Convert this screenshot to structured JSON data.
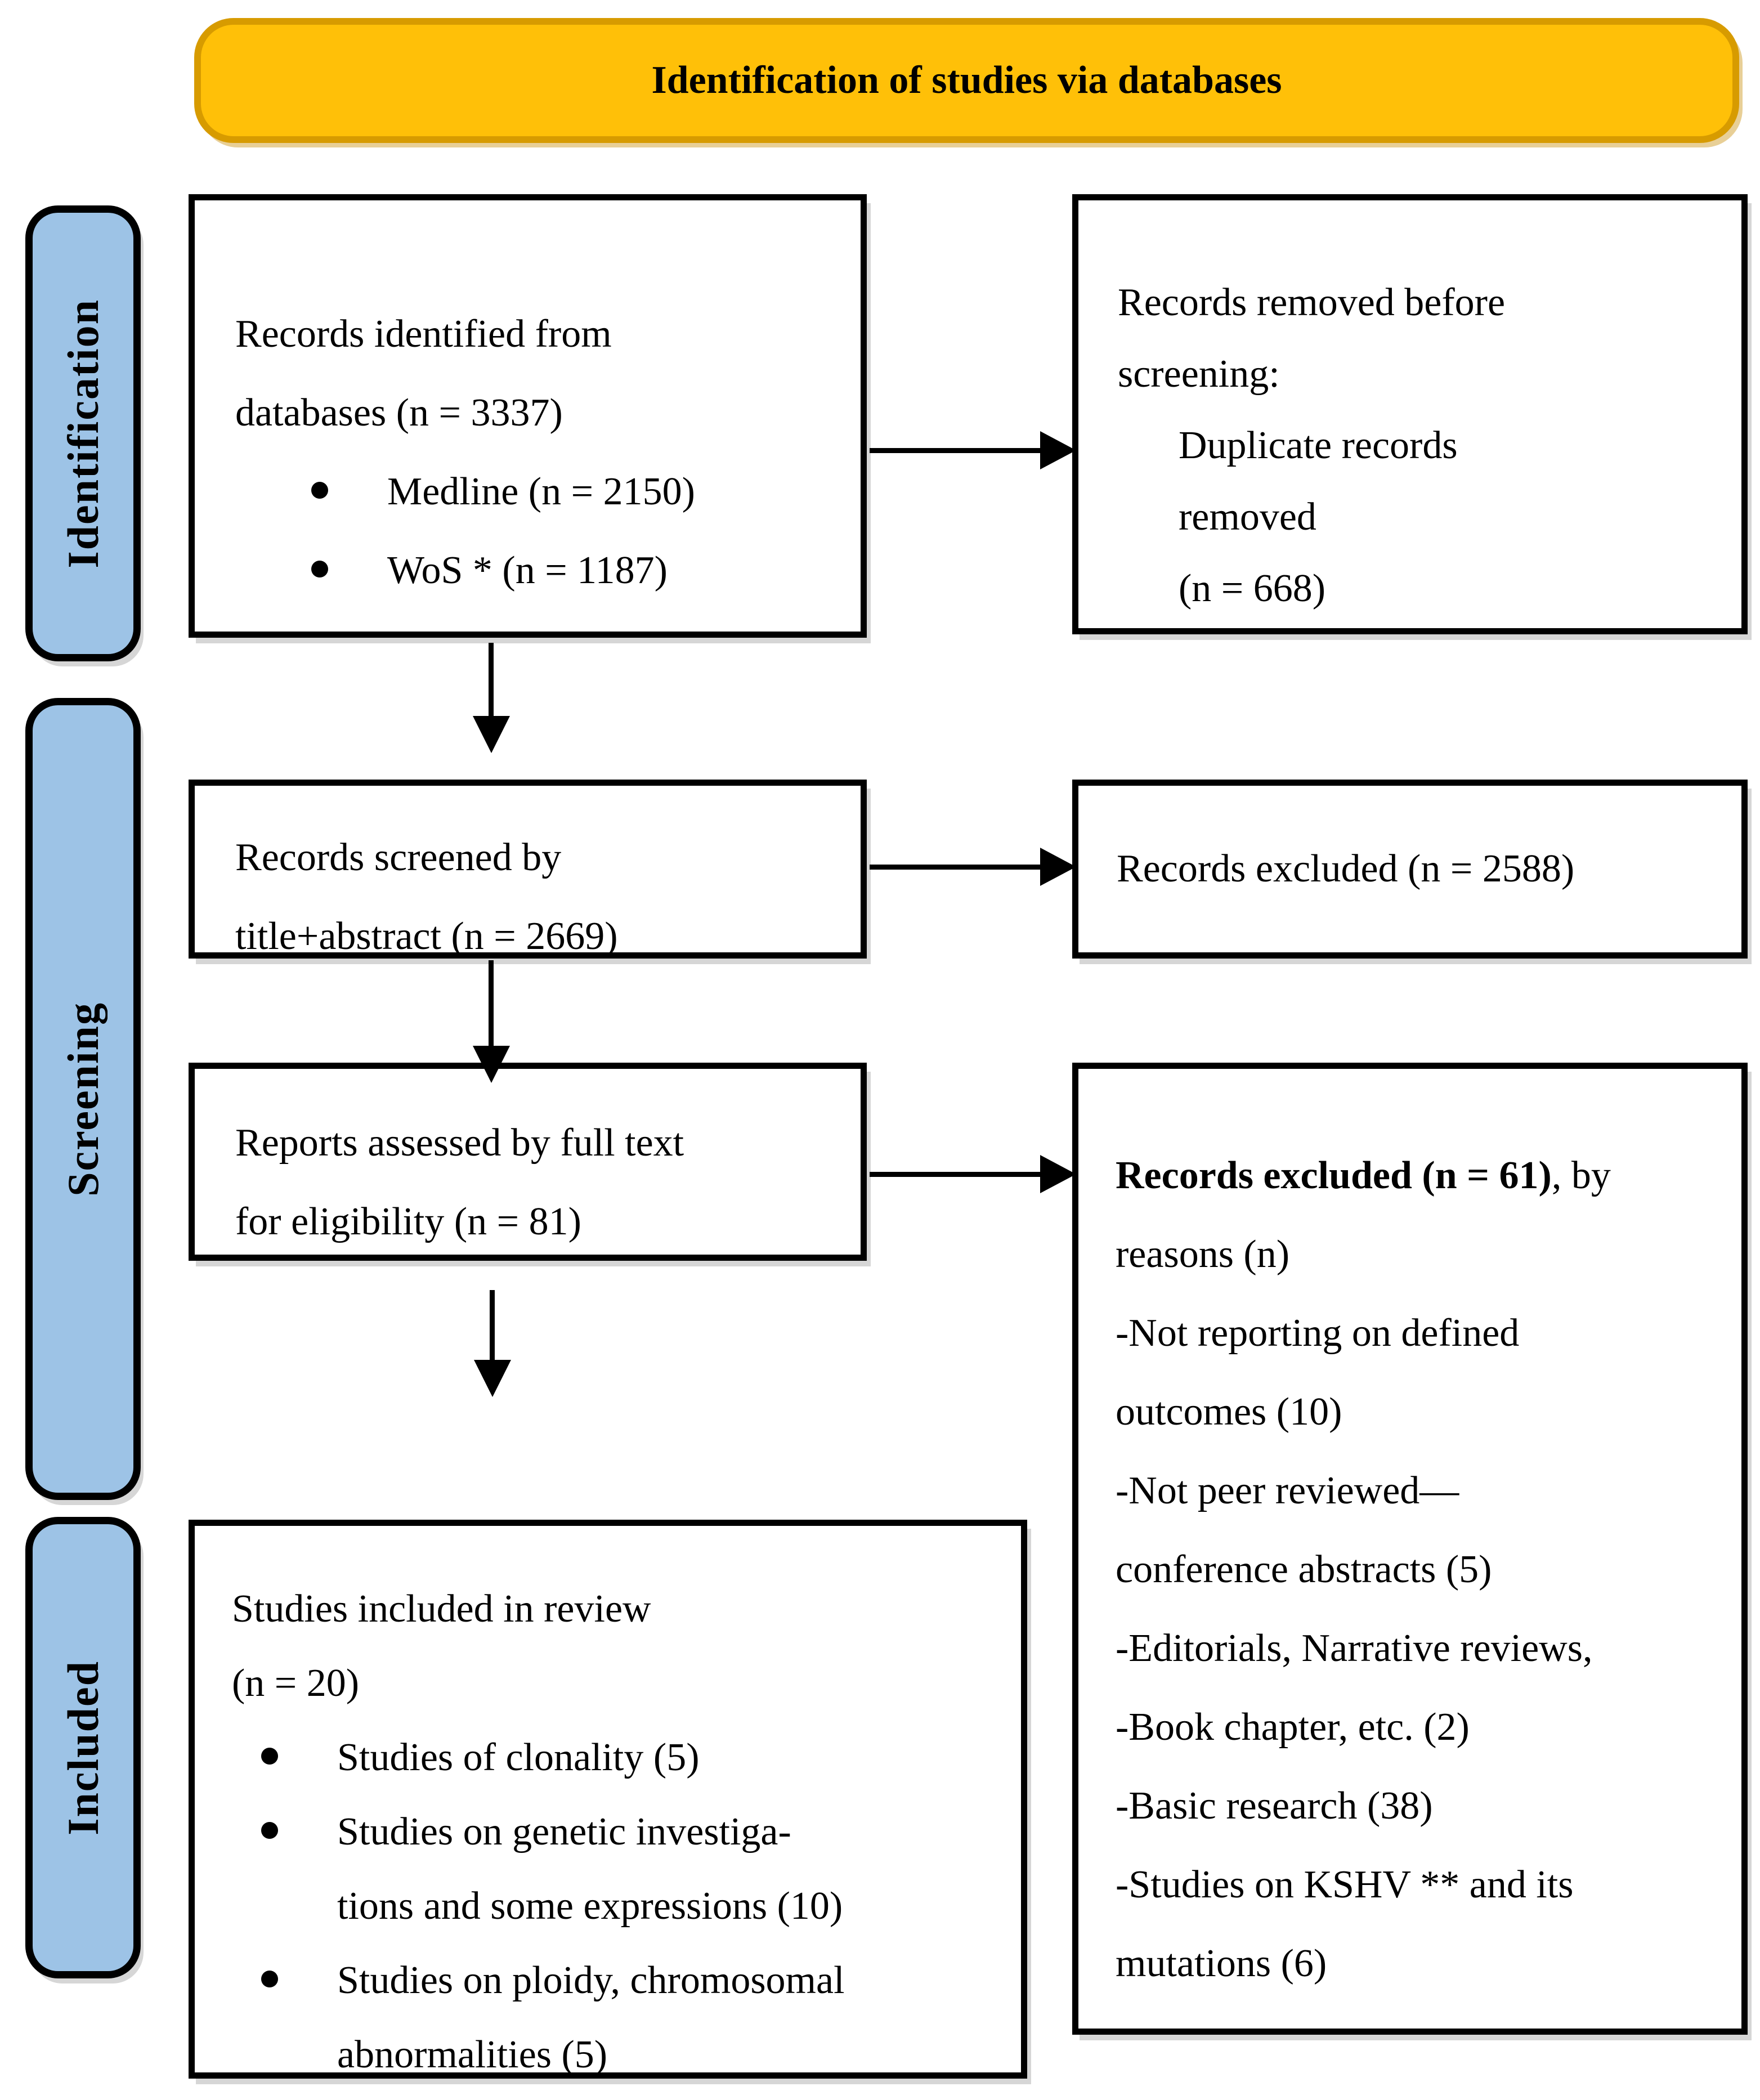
{
  "banner": {
    "title": "Identification of studies via databases"
  },
  "stages": {
    "identification": "Identification",
    "screening": "Screening",
    "included": "Included"
  },
  "boxes": {
    "identified": {
      "line1": "Records identified from",
      "line2": "databases (n = 3337)",
      "bullet1": "Medline (n = 2150)",
      "bullet2": "WoS * (n = 1187)"
    },
    "removed": {
      "line1": "Records removed before",
      "line2": "screening:",
      "indent1": "Duplicate records",
      "indent2": "removed",
      "indent3": "(n = 668)"
    },
    "screened": {
      "line1": "Records screened by",
      "line2": "title+abstract (n = 2669)"
    },
    "excluded": {
      "line1": "Records excluded (n = 2588)"
    },
    "assessed": {
      "line1": "Reports assessed by full text",
      "line2": "for eligibility (n = 81)"
    },
    "excluded_reasons": {
      "lead_bold": "Records excluded (n = 61)",
      "lead_rest": ", by",
      "line2": "reasons (n)",
      "line3": "-Not reporting on defined",
      "line4": "outcomes (10)",
      "line5": "-Not peer reviewed—",
      "line6": "conference abstracts (5)",
      "line7": "-Editorials, Narrative reviews,",
      "line8": "-Book chapter, etc. (2)",
      "line9": "-Basic research (38)",
      "line10": "-Studies on KSHV ** and its",
      "line11": "mutations (6)"
    },
    "included_review": {
      "line1": "Studies included in review",
      "line2": "(n = 20)",
      "bullet1": "Studies of clonality (5)",
      "bullet2_line1": "Studies on genetic investiga-",
      "bullet2_line2": "tions and some expressions (10)",
      "bullet3_line1": "Studies on ploidy, chromosomal",
      "bullet3_line2": "abnormalities (5)"
    }
  },
  "colors": {
    "banner_fill": "#FFC008",
    "banner_border": "#D79B00",
    "stage_fill": "#9DC3E6",
    "box_border": "#000000",
    "text": "#000000"
  }
}
